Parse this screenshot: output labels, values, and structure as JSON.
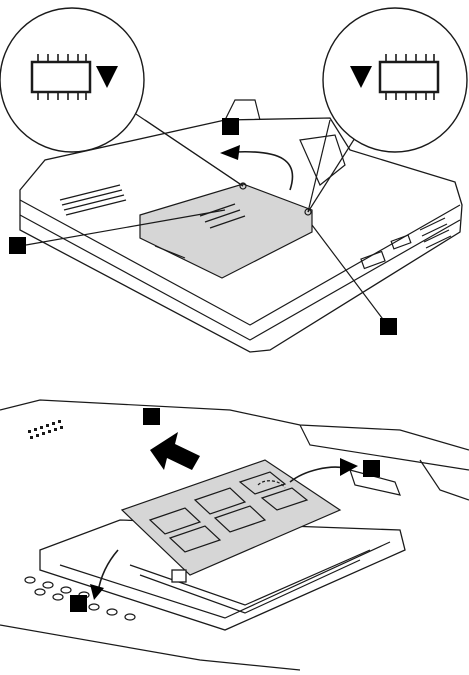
{
  "figures": [
    {
      "id": "remove-cover",
      "callouts": [
        {
          "id": "left-zoom",
          "icons": [
            "memory-chip-icon",
            "arrow-down-icon"
          ]
        },
        {
          "id": "right-zoom",
          "icons": [
            "arrow-down-icon",
            "memory-chip-icon"
          ]
        }
      ],
      "step_markers": 3
    },
    {
      "id": "remove-memory-module",
      "step_markers": 3
    }
  ],
  "colors": {
    "line": "#1a1a1a",
    "marker": "#000000",
    "panel_fill": "#d6d6d6",
    "background": "#ffffff"
  }
}
